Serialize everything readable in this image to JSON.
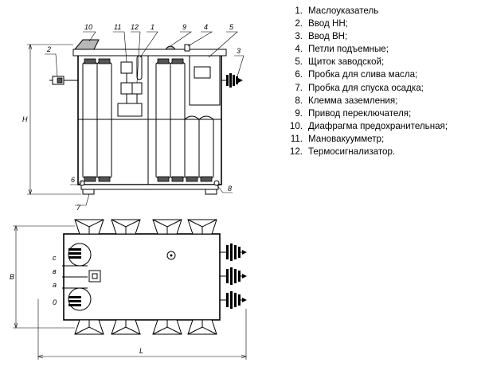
{
  "legend": [
    {
      "num": "1.",
      "text": "Маслоуказатель"
    },
    {
      "num": "2.",
      "text": "Ввод НН;"
    },
    {
      "num": "3.",
      "text": "Ввод ВН;"
    },
    {
      "num": "4.",
      "text": "Петли подъемные;"
    },
    {
      "num": "5.",
      "text": "Щиток заводской;"
    },
    {
      "num": "6.",
      "text": "Пробка для слива масла;"
    },
    {
      "num": "7.",
      "text": "Пробка для спуска осадка;"
    },
    {
      "num": "8.",
      "text": "Клемма заземления;"
    },
    {
      "num": "9.",
      "text": "Привод переключателя;"
    },
    {
      "num": "10.",
      "text": "Диафрагма предохранительная;"
    },
    {
      "num": "11.",
      "text": "Мановакуумметр;"
    },
    {
      "num": "12.",
      "text": "Термосигнализатор."
    }
  ],
  "callouts": [
    "10",
    "11",
    "12",
    "1",
    "9",
    "4",
    "5",
    "2",
    "3",
    "6",
    "7",
    "8"
  ],
  "dimensions": {
    "height": "H",
    "width": "B",
    "length": "L"
  },
  "phases": [
    "c",
    "в",
    "a",
    "0"
  ]
}
